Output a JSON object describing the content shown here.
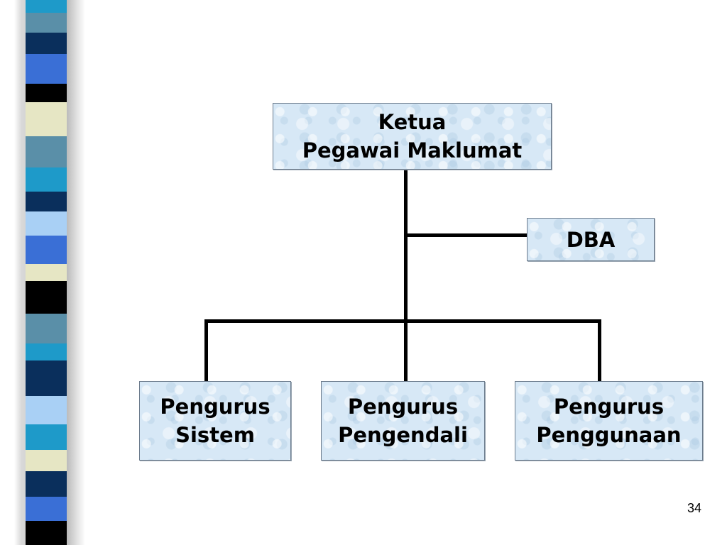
{
  "org_chart": {
    "top": {
      "line1": "Ketua",
      "line2": "Pegawai Maklumat"
    },
    "side": {
      "label": "DBA"
    },
    "children": [
      {
        "line1": "Pengurus",
        "line2": "Sistem"
      },
      {
        "line1": "Pengurus",
        "line2": "Pengendali"
      },
      {
        "line1": "Pengurus",
        "line2": "Penggunaan"
      }
    ]
  },
  "slide": {
    "page_number": "34"
  },
  "colors": {
    "box_fill": "#d7e8f6",
    "connector": "#000000",
    "strip": [
      "#5a8fa8",
      "#0a2f5c",
      "#3a6fd6",
      "#000000",
      "#e6e6c4",
      "#1e9ac9",
      "#a9d0f5"
    ]
  }
}
